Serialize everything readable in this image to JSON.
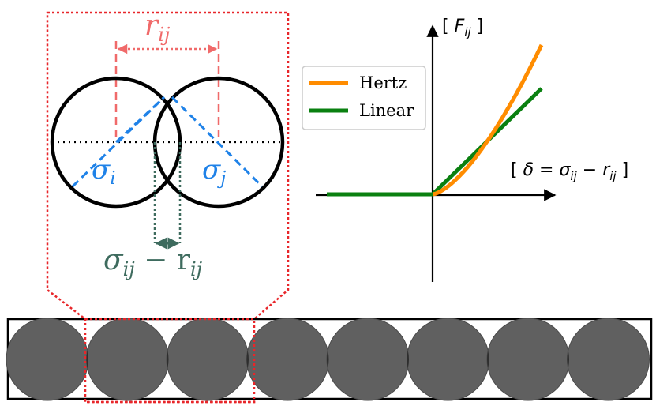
{
  "zoom_panel": {
    "distance_label": "r",
    "distance_sub": "ij",
    "sigma_i_label": "σ",
    "sigma_i_sub": "i",
    "sigma_j_label": "σ",
    "sigma_j_sub": "j",
    "overlap_label": "σ",
    "overlap_sub1": "ij",
    "overlap_minus": " − r",
    "overlap_sub2": "ij",
    "colors": {
      "zoom_box": "#e8262a",
      "distance": "#f06a6a",
      "radius": "#1f82e8",
      "overlap": "#3e6b5e",
      "circle": "#000000"
    }
  },
  "force_plot": {
    "y_label_open": "[ ",
    "y_label_var": "F",
    "y_label_sub": "ij",
    "y_label_close": " ]",
    "x_label_open": "[ ",
    "x_label_delta": "δ",
    "x_label_eq": " = ",
    "x_label_sigma": "σ",
    "x_label_sigma_sub": "ij",
    "x_label_minus": " − ",
    "x_label_r": "r",
    "x_label_r_sub": "ij",
    "x_label_close": " ]",
    "legend": [
      {
        "name": "Hertz",
        "color": "#ff8c00"
      },
      {
        "name": "Linear",
        "color": "#0a8010"
      }
    ]
  },
  "chain": {
    "particle_count": 8,
    "particle_color": "#606060",
    "overlap_color": "#2e2e2e"
  }
}
